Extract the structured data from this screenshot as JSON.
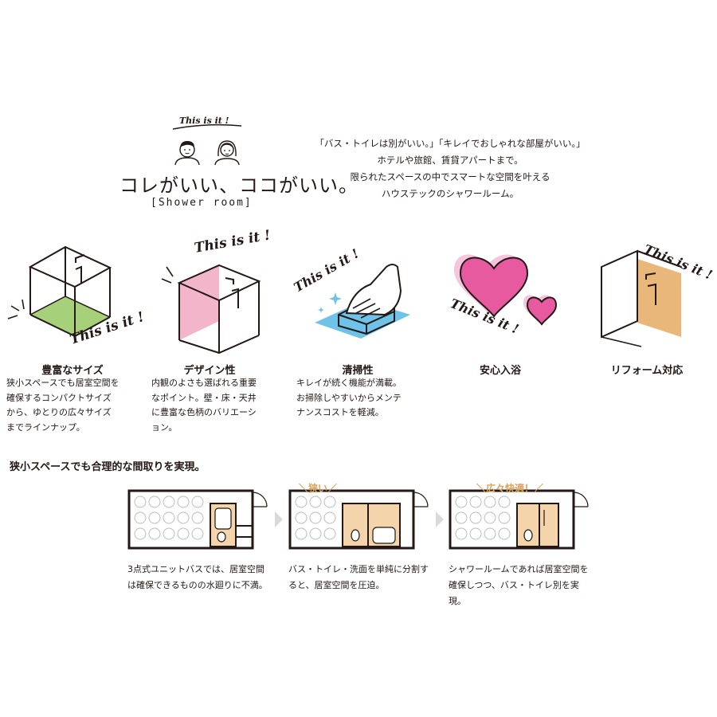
{
  "hero": {
    "script_text": "This is it !",
    "title": "コレがいい、ココがいい。",
    "subtitle": "[Shower room]",
    "intro_lines": [
      "「バス・トイレは別がいい。」「キレイでおしゃれな部屋がいい。」",
      "ホテルや旅館、賃貸アパートまで。",
      "限られたスペースの中でスマートな空間を叶える",
      "ハウステックのシャワールーム。"
    ]
  },
  "features": [
    {
      "title": "豊富なサイズ",
      "desc": "狭小スペースでも居室空間を確保するコンパクトサイズから、ゆとりの広々サイズまでラインナップ。",
      "script": "This is it !",
      "icon": "shower-box-green-floor-icon"
    },
    {
      "title": "デザイン性",
      "desc": "内観のよさも選ばれる重要なポイント。壁・床・天井に豊富な色柄のバリエーション。",
      "script": "This is it !",
      "icon": "shower-box-pink-wall-icon"
    },
    {
      "title": "清掃性",
      "desc": "キレイが続く機能が満載。お掃除しやすいからメンテナンスコストを軽減。",
      "script": "This is it !",
      "icon": "cleaning-hand-sponge-icon"
    },
    {
      "title": "安心入浴",
      "desc": "",
      "script": "This is it !",
      "icon": "hearts-icon"
    },
    {
      "title": "リフォーム対応",
      "desc": "",
      "script": "This is it !",
      "icon": "shower-panel-reform-icon"
    }
  ],
  "plans": {
    "section_title": "狭小スペースでも合理的な間取りを実現。",
    "items": [
      {
        "tag": "",
        "desc": "3点式ユニットバスでは、居室空間は確保できるものの水廻りに不満。"
      },
      {
        "tag": "狭い",
        "desc": "バス・トイレ・洗面を単純に分割すると、居室空間を圧迫。"
      },
      {
        "tag": "広々快適！",
        "desc": "シャワールームであれば居室空間を確保しつつ、バス・トイレ別を実現。"
      }
    ]
  },
  "colors": {
    "ink": "#231815",
    "green": "#a7d07a",
    "pink": "#f3b5c9",
    "heart": "#e85aa0",
    "heart_shadow": "#f7c4dd",
    "blue": "#6fc3e8",
    "orange": "#e9b77a",
    "beige": "#f3d4ab",
    "accent": "#d9a35c"
  }
}
